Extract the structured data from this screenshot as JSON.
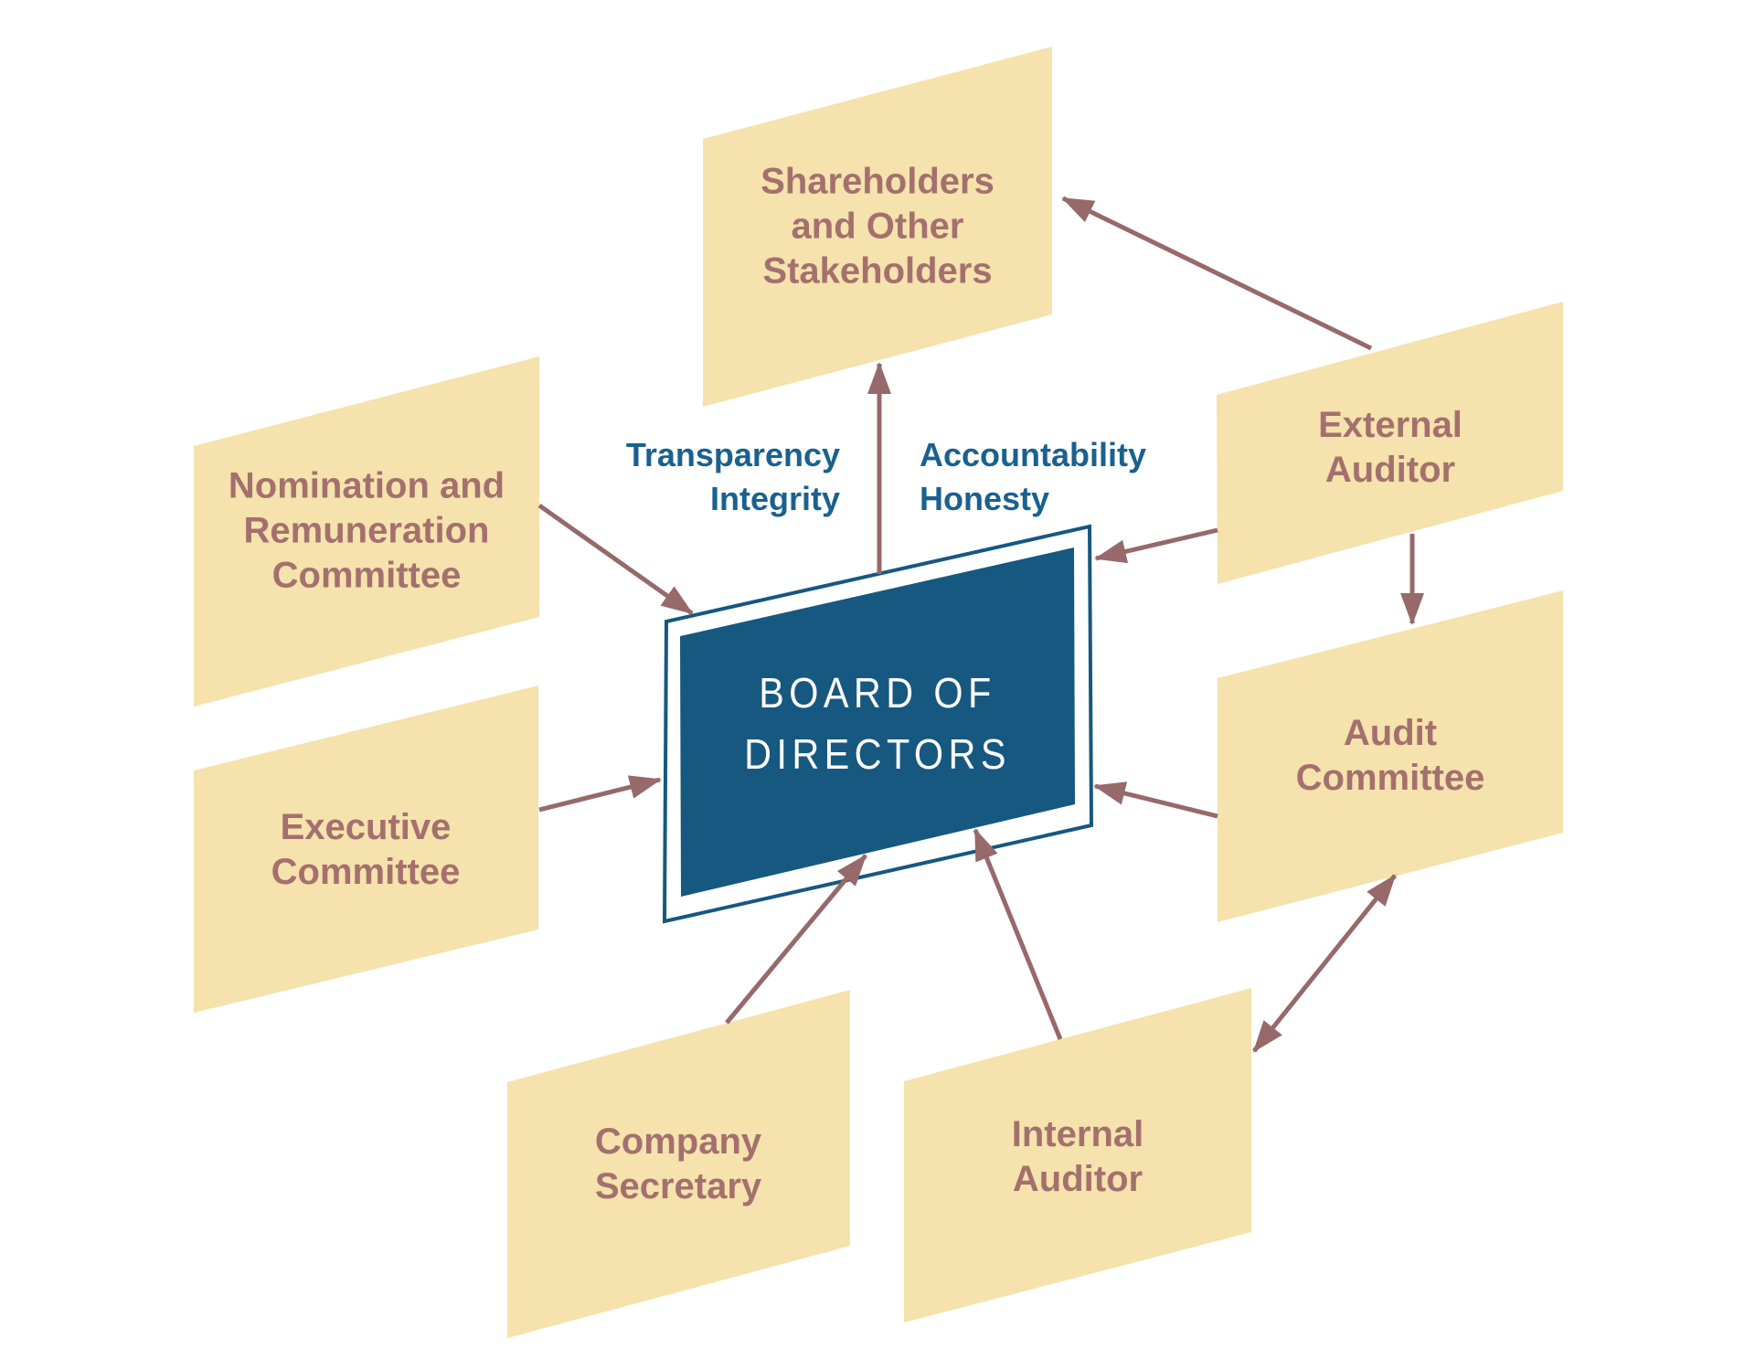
{
  "diagram": {
    "title": "Corporate governance structure diagram",
    "colors": {
      "background": "#FFFFFF",
      "box_fill": "#F5E2AC",
      "box_text": "#A4706E",
      "arrow": "#97696A",
      "center_fill": "#16587F",
      "center_border": "#16587F",
      "center_text": "#FFFFFF",
      "values_text": "#1A618F"
    },
    "center": {
      "label": "BOARD OF DIRECTORS",
      "lines": [
        "BOARD OF",
        "DIRECTORS"
      ]
    },
    "values": {
      "left": {
        "lines": [
          "Transparency",
          "Integrity"
        ]
      },
      "right": {
        "lines": [
          "Accountability",
          "Honesty"
        ]
      }
    },
    "nodes": [
      {
        "id": "shareholders",
        "label": "Shareholders and Other Stakeholders",
        "lines": [
          "Shareholders",
          "and Other",
          "Stakeholders"
        ]
      },
      {
        "id": "external-auditor",
        "label": "External Auditor",
        "lines": [
          "External",
          "Auditor"
        ]
      },
      {
        "id": "nomination",
        "label": "Nomination and Remuneration Committee",
        "lines": [
          "Nomination and",
          "Remuneration",
          "Committee"
        ]
      },
      {
        "id": "executive",
        "label": "Executive Committee",
        "lines": [
          "Executive",
          "Committee"
        ]
      },
      {
        "id": "audit",
        "label": "Audit Committee",
        "lines": [
          "Audit",
          "Committee"
        ]
      },
      {
        "id": "company-secretary",
        "label": "Company Secretary",
        "lines": [
          "Company",
          "Secretary"
        ]
      },
      {
        "id": "internal-auditor",
        "label": "Internal Auditor",
        "lines": [
          "Internal",
          "Auditor"
        ]
      }
    ],
    "connections": [
      {
        "from": "nomination-committee",
        "to": "board-of-directors",
        "direction": "one-way"
      },
      {
        "from": "executive-committee",
        "to": "board-of-directors",
        "direction": "one-way"
      },
      {
        "from": "board-of-directors",
        "to": "shareholders",
        "direction": "one-way"
      },
      {
        "from": "external-auditor",
        "to": "shareholders",
        "direction": "one-way"
      },
      {
        "from": "external-auditor",
        "to": "board-of-directors",
        "direction": "one-way"
      },
      {
        "from": "external-auditor",
        "to": "audit-committee",
        "direction": "one-way"
      },
      {
        "from": "audit-committee",
        "to": "board-of-directors",
        "direction": "one-way"
      },
      {
        "from": "company-secretary",
        "to": "board-of-directors",
        "direction": "one-way"
      },
      {
        "from": "internal-auditor",
        "to": "board-of-directors",
        "direction": "one-way"
      },
      {
        "from": "internal-auditor",
        "to": "audit-committee",
        "direction": "two-way"
      }
    ]
  }
}
